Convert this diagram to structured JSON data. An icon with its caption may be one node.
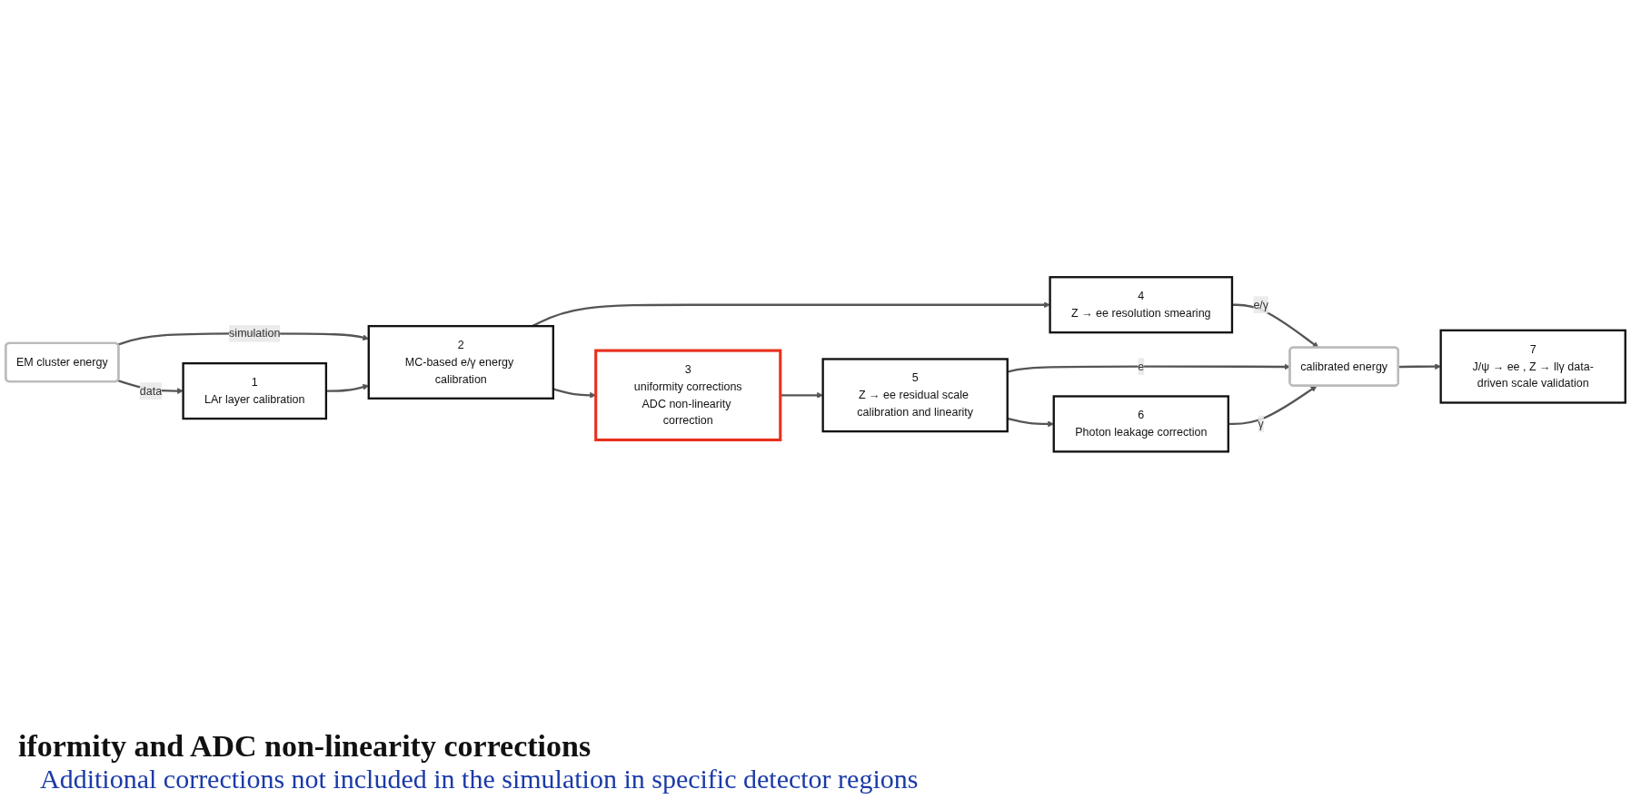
{
  "diagram": {
    "nodes": [
      {
        "text": [
          "EM cluster energy"
        ]
      },
      {
        "text": [
          "1",
          "LAr layer calibration"
        ]
      },
      {
        "text": [
          "2",
          "MC-based e/γ energy calibration"
        ]
      },
      {
        "text": [
          "3",
          "uniformity corrections",
          "ADC non-linearity correction"
        ]
      },
      {
        "text": [
          "4",
          "Z → ee resolution smearing"
        ]
      },
      {
        "text": [
          "5",
          "Z → ee residual scale calibration and linearity"
        ]
      },
      {
        "text": [
          "6",
          "Photon leakage correction"
        ]
      },
      {
        "text": [
          "calibrated energy"
        ]
      },
      {
        "text": [
          "7",
          "J/ψ → ee , Z → llγ data-driven scale validation"
        ]
      }
    ],
    "edges": [
      {
        "from": 0,
        "to": 2,
        "arrow": "to",
        "label": "simulation"
      },
      {
        "from": 0,
        "to": 1,
        "arrow": "to",
        "label": "data"
      },
      {
        "from": 1,
        "to": 2,
        "arrow": "to"
      },
      {
        "from": 2,
        "to": 4,
        "arrow": "to"
      },
      {
        "from": 2,
        "to": 3,
        "arrow": "to"
      },
      {
        "from": 3,
        "to": 5,
        "arrow": "to"
      },
      {
        "from": 4,
        "to": 7,
        "arrow": "to",
        "label": "e/γ"
      },
      {
        "from": 5,
        "to": 7,
        "arrow": "to",
        "label": "e"
      },
      {
        "from": 5,
        "to": 6,
        "arrow": "to"
      },
      {
        "from": 6,
        "to": 7,
        "arrow": "to",
        "label": "γ"
      },
      {
        "from": 7,
        "to": 8,
        "arrow": "to"
      }
    ],
    "labels": [
      "iformity and ADC non-linearity corrections",
      "Additional corrections not included in the simulation in specific detector regions"
    ]
  }
}
